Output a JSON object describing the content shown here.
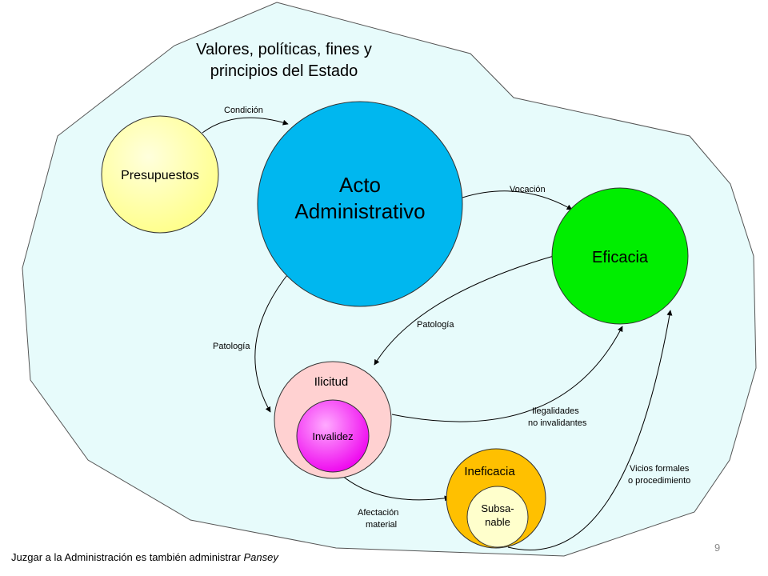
{
  "colors": {
    "background_region": "#e7fbfb",
    "presupuestos": "#ffff99",
    "acto": "#00b7ef",
    "eficacia": "#00ee00",
    "ilicitud": "#ffd1d1",
    "invalidez": "#ff33ff",
    "ineficacia": "#ffc000",
    "subsanable": "#ffffcc"
  },
  "diagram": {
    "title_line1": "Valores, políticas, fines y",
    "title_line2": "principios del Estado",
    "nodes": {
      "presupuestos": "Presupuestos",
      "acto_line1": "Acto",
      "acto_line2": "Administrativo",
      "eficacia": "Eficacia",
      "ilicitud": "Ilicitud",
      "invalidez": "Invalidez",
      "ineficacia": "Ineficacia",
      "subsanable_line1": "Subsa-",
      "subsanable_line2": "nable"
    },
    "edges": {
      "condicion": "Condición",
      "vocacion": "Vocación",
      "patologia_left": "Patología",
      "patologia_right": "Patología",
      "ilegalidades_line1": "Ilegalidades",
      "ilegalidades_line2": "no invalidantes",
      "afectacion_line1": "Afectación",
      "afectacion_line2": "material",
      "vicios_line1": "Vicios formales",
      "vicios_line2": "o procedimiento"
    }
  },
  "footer": {
    "text": "Juzgar a la Administración es también administrar ",
    "author": "Pansey"
  },
  "page_number": "9"
}
